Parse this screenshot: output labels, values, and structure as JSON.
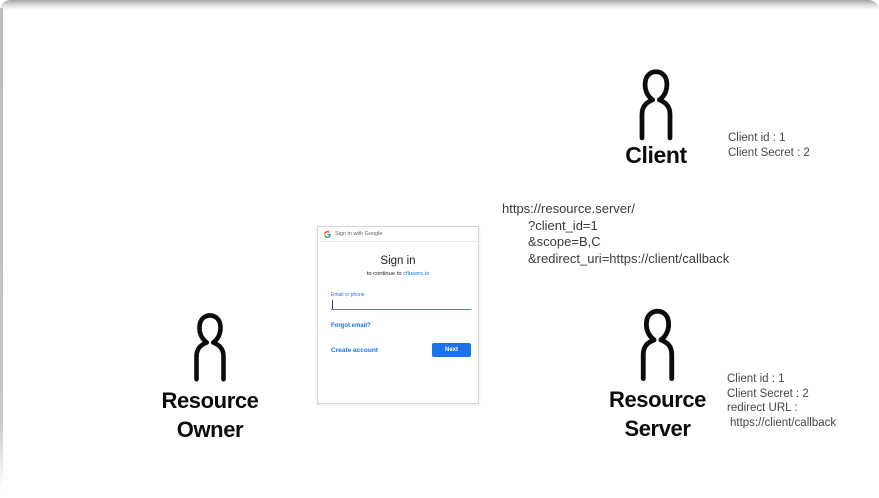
{
  "actors": {
    "client": {
      "label": "Client",
      "info": [
        "Client id : 1",
        "Client Secret : 2"
      ]
    },
    "resource_owner": {
      "label_line1": "Resource",
      "label_line2": "Owner"
    },
    "resource_server": {
      "label_line1": "Resource",
      "label_line2": "Server",
      "info": [
        "Client id : 1",
        "Client Secret : 2",
        "redirect URL :",
        "https://client/callback"
      ]
    }
  },
  "request_url": {
    "lines": [
      "https://resource.server/",
      "?client_id=1",
      "&scope=B,C",
      "&redirect_uri=https://client/callback"
    ]
  },
  "google_dialog": {
    "header": "Sign in with Google",
    "title": "Sign in",
    "subtitle_prefix": "to continue to ",
    "subtitle_link": "cflusers.io",
    "email_label": "Email or phone",
    "email_value": "",
    "forgot_link": "Forgot email?",
    "create_link": "Create account",
    "next_button": "Next"
  },
  "colors": {
    "google_blue": "#1a73e8",
    "figure_black": "#0b0b0b",
    "info_gray": "#474747",
    "dialog_border": "#d5d5d5",
    "slide_edge_gray": "#b5b5b5"
  }
}
